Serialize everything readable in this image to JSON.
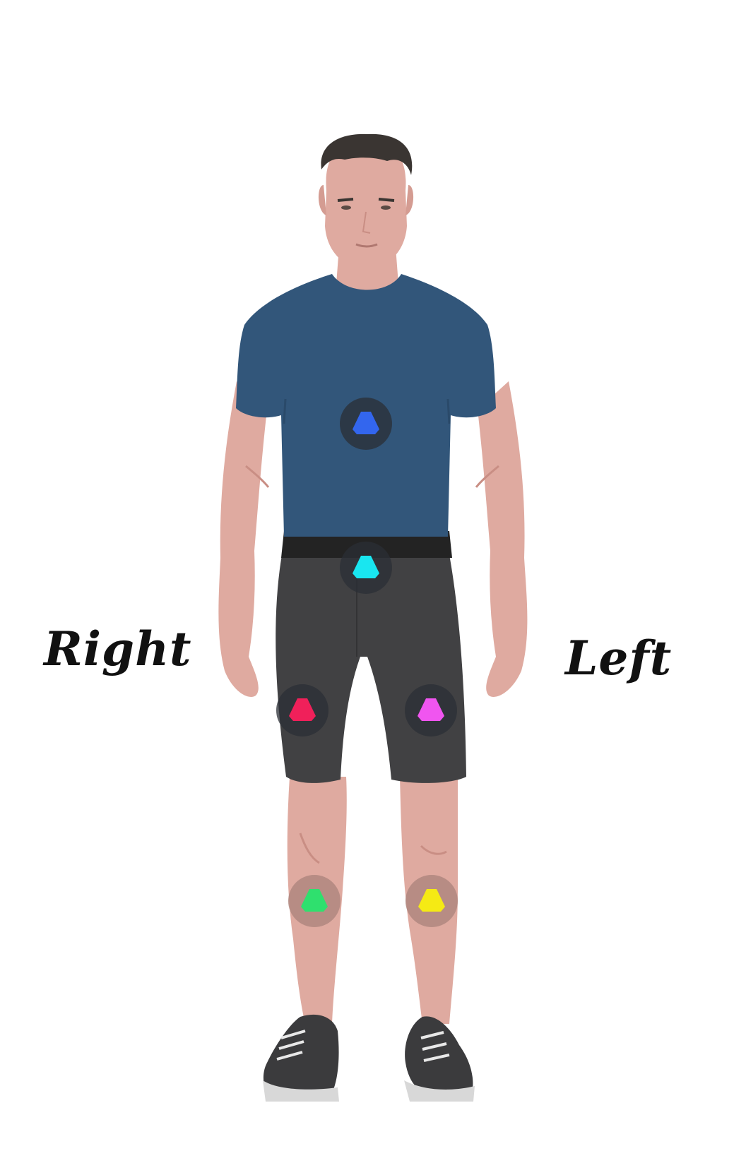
{
  "labels": {
    "right": "Right",
    "left": "Left"
  },
  "colors": {
    "skin": "#dfaaa0",
    "skin_shadow": "#c98e84",
    "hair": "#3a3532",
    "shirt": "#32567a",
    "shirt_shadow": "#2a4a6a",
    "shorts": "#414143",
    "waistband": "#232323",
    "shoe": "#3b3b3d",
    "sole": "#d8d8d8",
    "sensor_bg_dark": "#2b2f36",
    "sensor_bg_light": "#b0877f"
  },
  "sensors": [
    {
      "id": "chest",
      "name": "sensor-chest",
      "color": "#3366ee"
    },
    {
      "id": "pelvis",
      "name": "sensor-pelvis",
      "color": "#19e6f0"
    },
    {
      "id": "right-thigh",
      "name": "sensor-right-thigh",
      "color": "#f0205a"
    },
    {
      "id": "left-thigh",
      "name": "sensor-left-thigh",
      "color": "#f055f0"
    },
    {
      "id": "right-shank",
      "name": "sensor-right-shank",
      "color": "#2fe06e"
    },
    {
      "id": "left-shank",
      "name": "sensor-left-shank",
      "color": "#f5ea14"
    }
  ]
}
